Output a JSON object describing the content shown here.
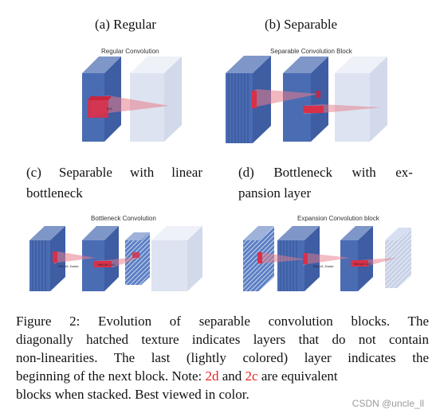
{
  "subfigures": {
    "a": {
      "caption": "(a) Regular",
      "panel_title": "Regular Convolution"
    },
    "b": {
      "caption": "(b) Separable",
      "panel_title": "Separable Convolution Block"
    },
    "c": {
      "caption_words_line1": [
        "(c)",
        "Separable",
        "with",
        "linear"
      ],
      "caption_line2": "bottleneck",
      "panel_title": "Bottleneck Convolution",
      "labels": [
        "ReLU6, Dwise",
        "ReLU6, 1x1"
      ]
    },
    "d": {
      "caption_words_line1": [
        "(d)",
        "Bottleneck",
        "with",
        "ex-"
      ],
      "caption_line2": "pansion layer",
      "panel_title": "Expansion Convolution block",
      "labels": [
        "ReLU6, Dwise",
        "ReLU6, 1x1"
      ]
    }
  },
  "caption": {
    "line1": "Figure 2:  Evolution of separable convolution blocks.  The",
    "line2": "diagonally hatched texture indicates layers that do not contain",
    "line3": "non-linearities.  The last (lightly colored) layer indicates the",
    "line4": "beginning of the next block. Note:",
    "ref1": "2d",
    "mid": "and",
    "ref2": "2c",
    "tail": "are equivalent",
    "line5": "blocks when stacked. Best viewed in color."
  },
  "watermark": "CSDN @uncle_ll",
  "colors": {
    "dark_block": "#4a6cb3",
    "light_block": "#dde3f0",
    "red": "#d9304a",
    "ref_red": "#e8211f"
  }
}
